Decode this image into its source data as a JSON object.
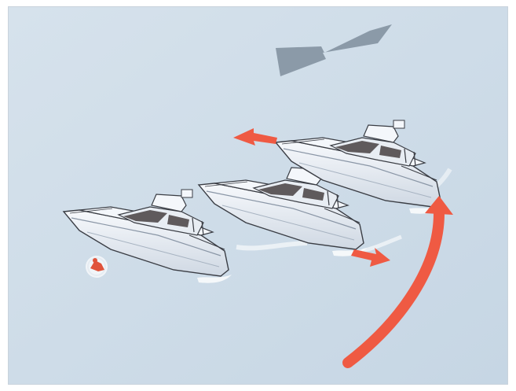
{
  "diagram": {
    "colors": {
      "water": "#c6d6e4",
      "water_light": "#d6e2ec",
      "wind_arrow": "#8b9aa8",
      "motion_arrow": "#ef5a43",
      "hull": "#eef2f7",
      "hull_shadow": "#9aa7b6",
      "cabin_dark": "#5f5a5c",
      "outline": "#3a3d44",
      "person": "#e0533b"
    },
    "elements": [
      {
        "id": "wind",
        "kind": "wind-arrow",
        "icon": "wide-arrow-left"
      },
      {
        "id": "boat-1",
        "kind": "motor-yacht",
        "role": "position-1"
      },
      {
        "id": "boat-2",
        "kind": "motor-yacht",
        "role": "position-2"
      },
      {
        "id": "boat-3",
        "kind": "motor-yacht",
        "role": "position-3"
      },
      {
        "id": "person",
        "kind": "person-in-water"
      },
      {
        "id": "approach",
        "kind": "curved-arrow"
      }
    ]
  }
}
